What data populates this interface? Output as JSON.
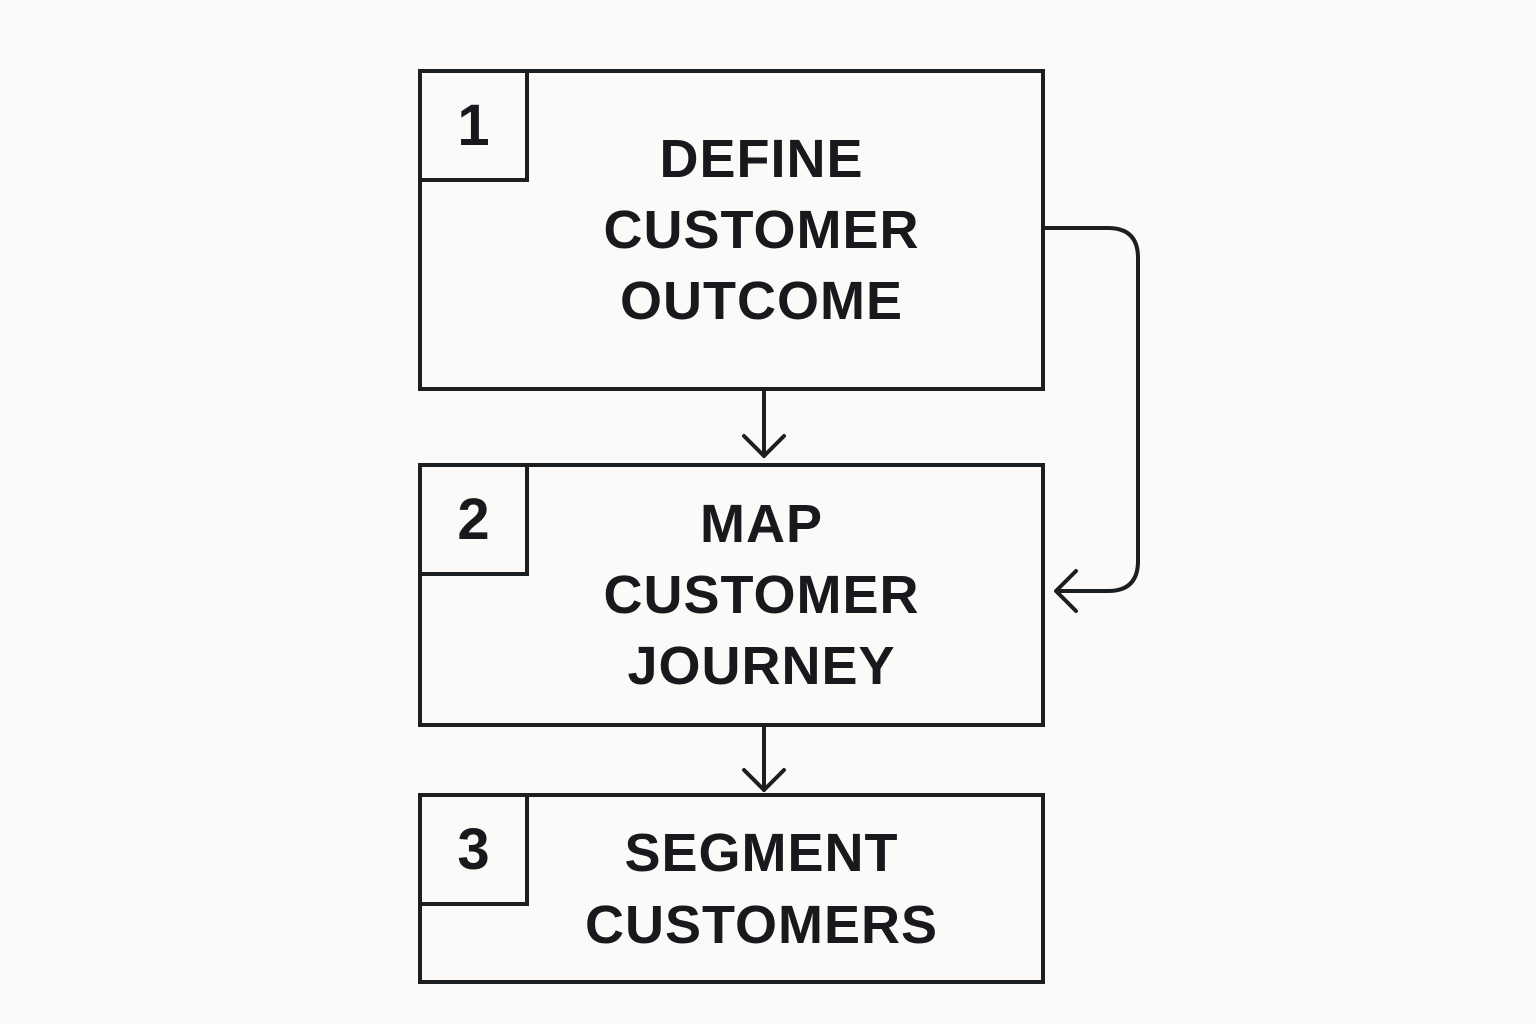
{
  "steps": [
    {
      "number": "1",
      "lines": [
        "DEFINE",
        "CUSTOMER",
        "OUTCOME"
      ]
    },
    {
      "number": "2",
      "lines": [
        "MAP",
        "CUSTOMER",
        "JOURNEY"
      ]
    },
    {
      "number": "3",
      "lines": [
        "SEGMENT",
        "CUSTOMERS"
      ]
    }
  ],
  "connectors": [
    {
      "from": "1",
      "to": "2",
      "kind": "straight-arrow"
    },
    {
      "from": "2",
      "to": "3",
      "kind": "straight-arrow"
    },
    {
      "from": "1",
      "to": "2",
      "kind": "side-loop-arrow"
    }
  ],
  "colors": {
    "background": "#fbfaf8",
    "stroke": "#1c1f22",
    "text": "#17191c"
  }
}
